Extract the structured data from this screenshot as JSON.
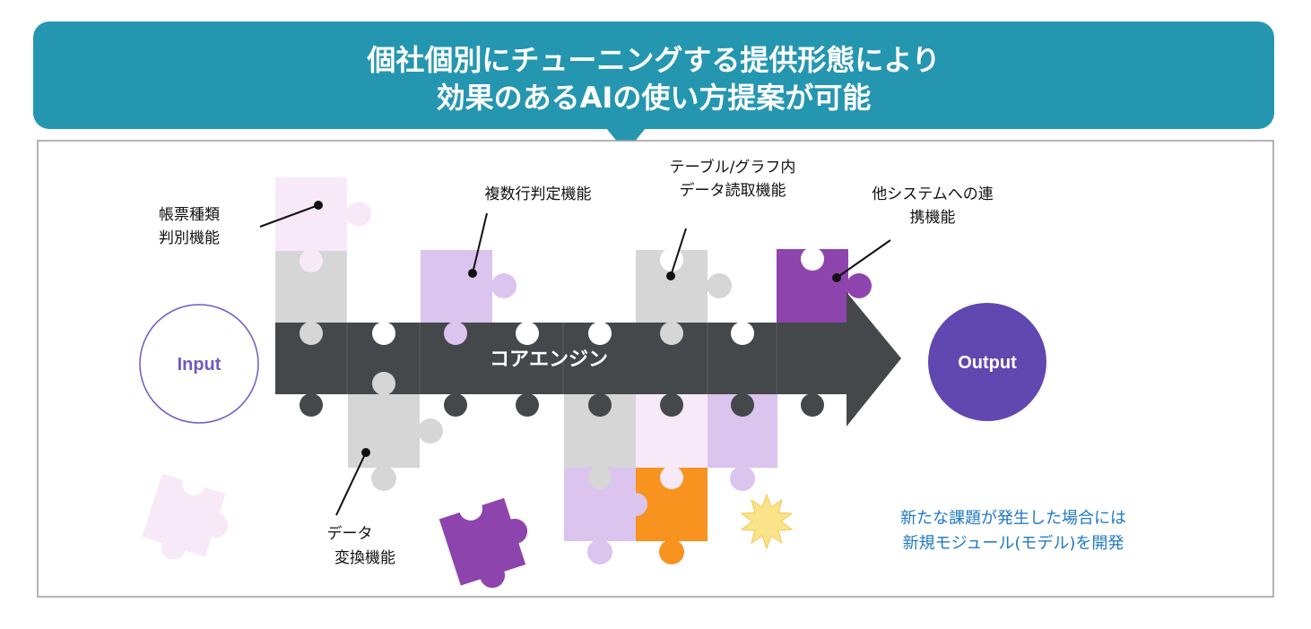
{
  "callout": {
    "line1": "個社個別にチューニングする提供形態により",
    "line2": "効果のあるAIの使い方提案が可能"
  },
  "input_label": "Input",
  "output_label": "Output",
  "core_label": "コアエンジン",
  "features": {
    "form_type": [
      "帳票種類",
      "判別機能"
    ],
    "multi_line": [
      "複数行判定機能"
    ],
    "table_graph": [
      "テーブル/グラフ内",
      "データ読取機能"
    ],
    "integration": [
      "他システムへの連",
      "携機能"
    ],
    "data_convert": [
      "データ",
      "変換機能"
    ]
  },
  "note": [
    "新たな課題が発生した場合には",
    "新規モジュール(モデル)を開発"
  ],
  "colors": {
    "callout": "#2596b0",
    "core": "#45484b",
    "gray_piece": "#d6d6d6",
    "light_pink": "#f7e9f8",
    "lavender": "#dbc4ee",
    "purple": "#8e44ad",
    "orange": "#f7931e",
    "input_stroke": "#6d5bc4",
    "output_fill": "#6148b0",
    "note_text": "#1f79c4",
    "starburst": "#fbe38a"
  }
}
